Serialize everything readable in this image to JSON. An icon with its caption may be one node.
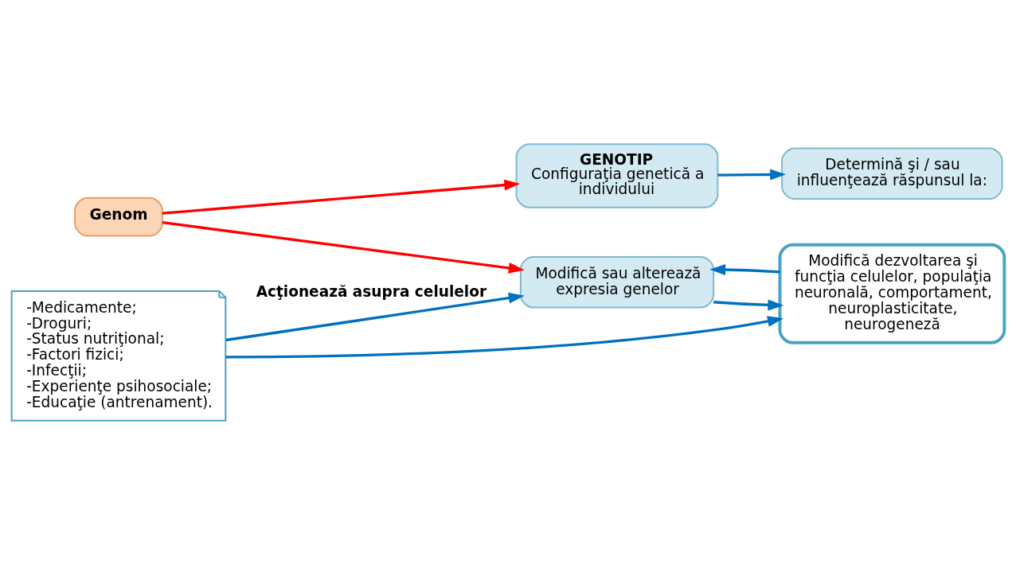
{
  "diagram": {
    "nodes": [
      {
        "text": [
          "Genom"
        ]
      },
      {
        "text": [
          "GENOTIP",
          "Configuraţia genetică a individului"
        ]
      },
      {
        "text": [
          "Determină şi / sau influenţează răspunsul la:"
        ]
      },
      {
        "text": [
          "-Medicamente;",
          "-Droguri;",
          "-Status nutriţional;",
          "-Factori fizici;",
          "-Infecţii;",
          "-Experienţe psihosociale;",
          "-Educaţie (antrenament)."
        ]
      },
      {
        "text": [
          "Modifică sau alterează expresia genelor"
        ]
      },
      {
        "text": [
          "Modifică dezvoltarea şi funcţia celulelor, populaţia neuronală, comportament, neuroplasticitate, neurogeneză"
        ]
      }
    ],
    "edges": [
      {
        "from": 0,
        "to": 1,
        "arrow": "to",
        "color": "#ff0000"
      },
      {
        "from": 0,
        "to": 4,
        "arrow": "to",
        "color": "#ff0000"
      },
      {
        "from": 1,
        "to": 2,
        "arrow": "to"
      },
      {
        "from": 3,
        "to": 4,
        "arrow": "to",
        "label": "Acţionează asupra celulelor"
      },
      {
        "from": 3,
        "to": 5,
        "arrow": "to"
      },
      {
        "from": 4,
        "to": 5,
        "arrow": "to"
      },
      {
        "from": 5,
        "to": 4,
        "arrow": "to"
      }
    ]
  }
}
